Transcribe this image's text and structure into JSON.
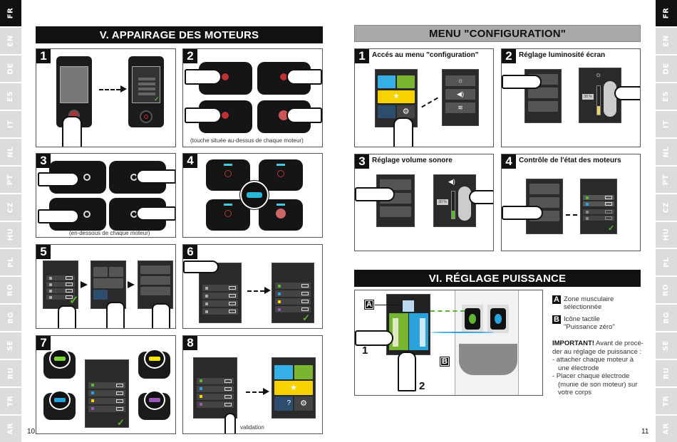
{
  "languages": [
    "FR",
    "EN",
    "DE",
    "ES",
    "IT",
    "NL",
    "PT",
    "CZ",
    "HU",
    "PL",
    "RO",
    "BG",
    "SE",
    "RU",
    "TR",
    "AR"
  ],
  "active_language": "FR",
  "left_page": {
    "title": "V. APPAIRAGE DES MOTEURS",
    "page_number": "10",
    "steps": [
      {
        "n": "1",
        "caption": ""
      },
      {
        "n": "2",
        "caption": "(touche située au-dessus de chaque moteur)"
      },
      {
        "n": "3",
        "caption": "(en-dessous de chaque moteur)"
      },
      {
        "n": "4",
        "caption": ""
      },
      {
        "n": "5",
        "caption": ""
      },
      {
        "n": "6",
        "caption": ""
      },
      {
        "n": "7",
        "caption": ""
      },
      {
        "n": "8",
        "caption": "validation"
      }
    ],
    "motor_colors": [
      "#5cb531",
      "#2aa3dc",
      "#f5d800",
      "#9b59b6"
    ]
  },
  "config": {
    "title": "MENU \"CONFIGURATION\"",
    "steps": [
      {
        "n": "1",
        "title": "Accés au menu \"configuration\""
      },
      {
        "n": "2",
        "title": "Réglage luminosité écran",
        "value": "30 %"
      },
      {
        "n": "3",
        "title": "Réglage volume sonore",
        "value": "30 %"
      },
      {
        "n": "4",
        "title": "Contrôle de l'état des moteurs"
      }
    ]
  },
  "power": {
    "title": "VI. RÉGLAGE PUISSANCE",
    "page_number": "11",
    "labels": {
      "a": "A",
      "a_text_1": "Zone musculaire",
      "a_text_2": "sélectionnée",
      "b": "B",
      "b_text_1": "Icône tactile",
      "b_text_2": "\"Puissance zéro\""
    },
    "steps": [
      "1",
      "2"
    ],
    "important_label": "IMPORTANT!",
    "important_text": " Avant de procé-der au réglage de puissance :",
    "bullets": [
      "- attacher chaque moteur à une électrode",
      "- Placer chaque électrode (munie de son moteur) sur votre corps"
    ]
  },
  "colors": {
    "green": "#5cb531",
    "blue": "#2aa3dc",
    "yellow": "#f5d800",
    "purple": "#9b59b6",
    "section_black": "#111111",
    "section_gray": "#a9a9a9"
  }
}
